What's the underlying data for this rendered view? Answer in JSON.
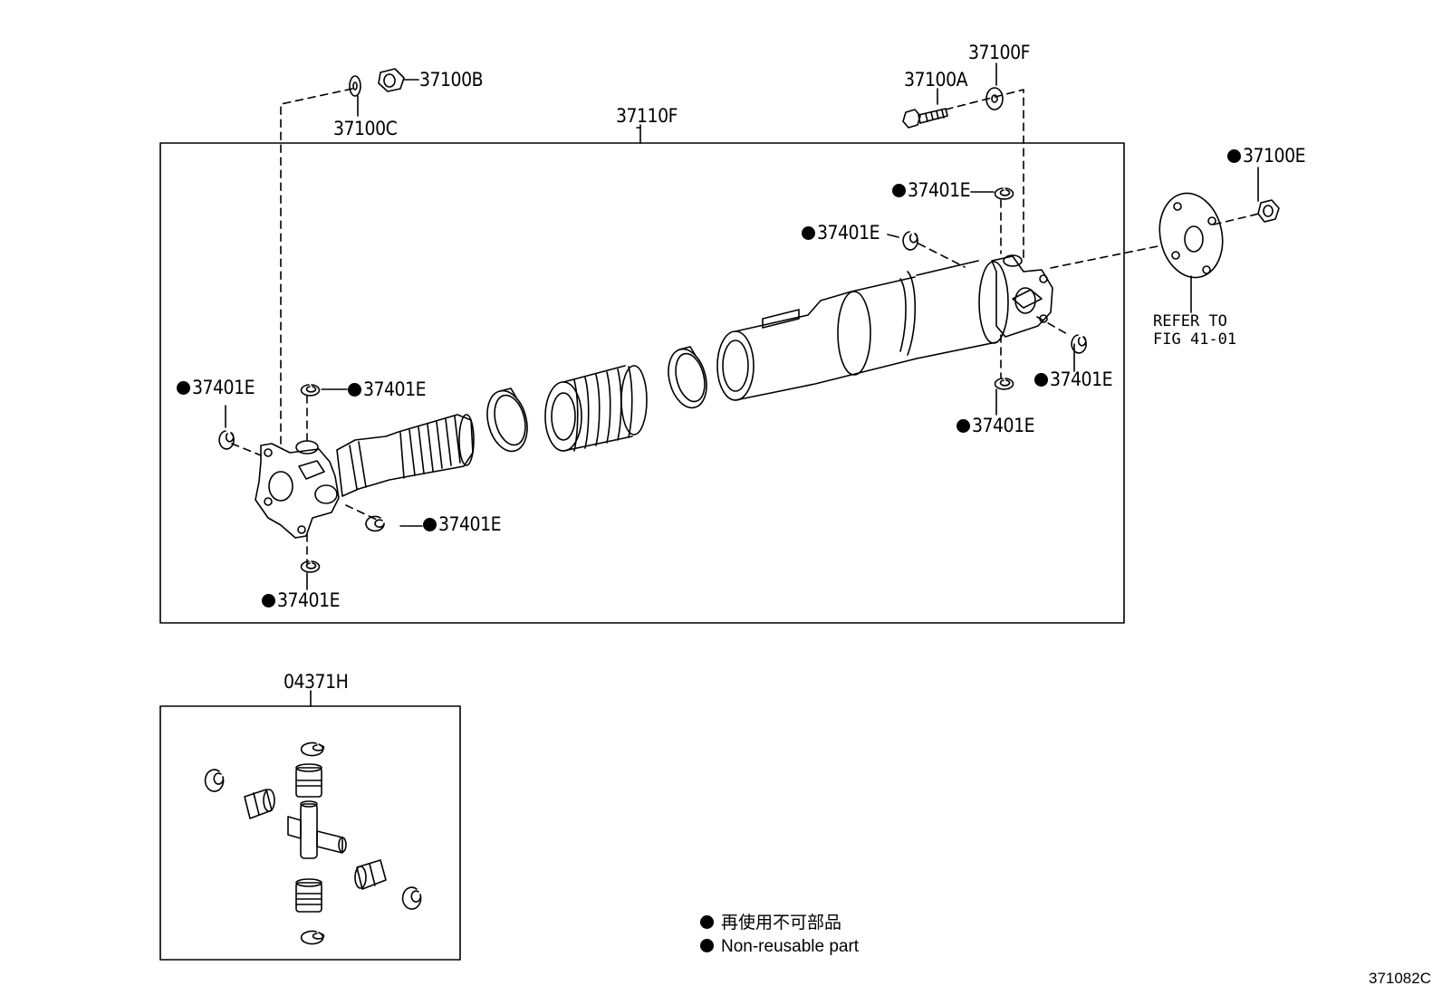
{
  "labels": {
    "nut_37100B": "37100B",
    "washer_37100C": "37100C",
    "washer_37100F": "37100F",
    "bolt_37100A": "37100A",
    "shaft_assy_37110F": "37110F",
    "nut_37100E": "37100E",
    "snap_ring_37401E": "37401E",
    "spider_kit_04371H": "04371H"
  },
  "note_refer": "REFER TO\nFIG 41-01",
  "legend": {
    "non_reusable_jp": "再使用不可部品",
    "non_reusable_en": "Non-reusable part"
  },
  "figure_number": "371082C",
  "colors": {
    "line": "#000000",
    "background": "#ffffff"
  }
}
